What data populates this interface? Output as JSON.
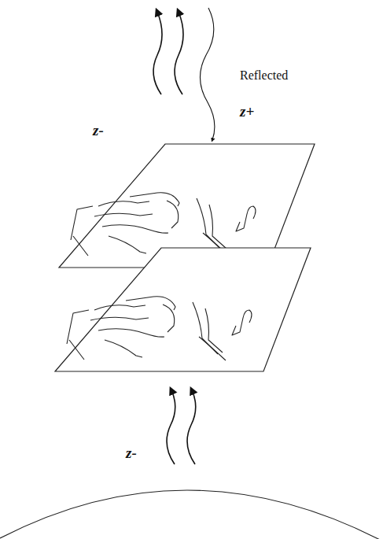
{
  "diagram": {
    "labels": [
      "z-",
      "Reflected",
      "z+",
      "z-"
    ]
  }
}
